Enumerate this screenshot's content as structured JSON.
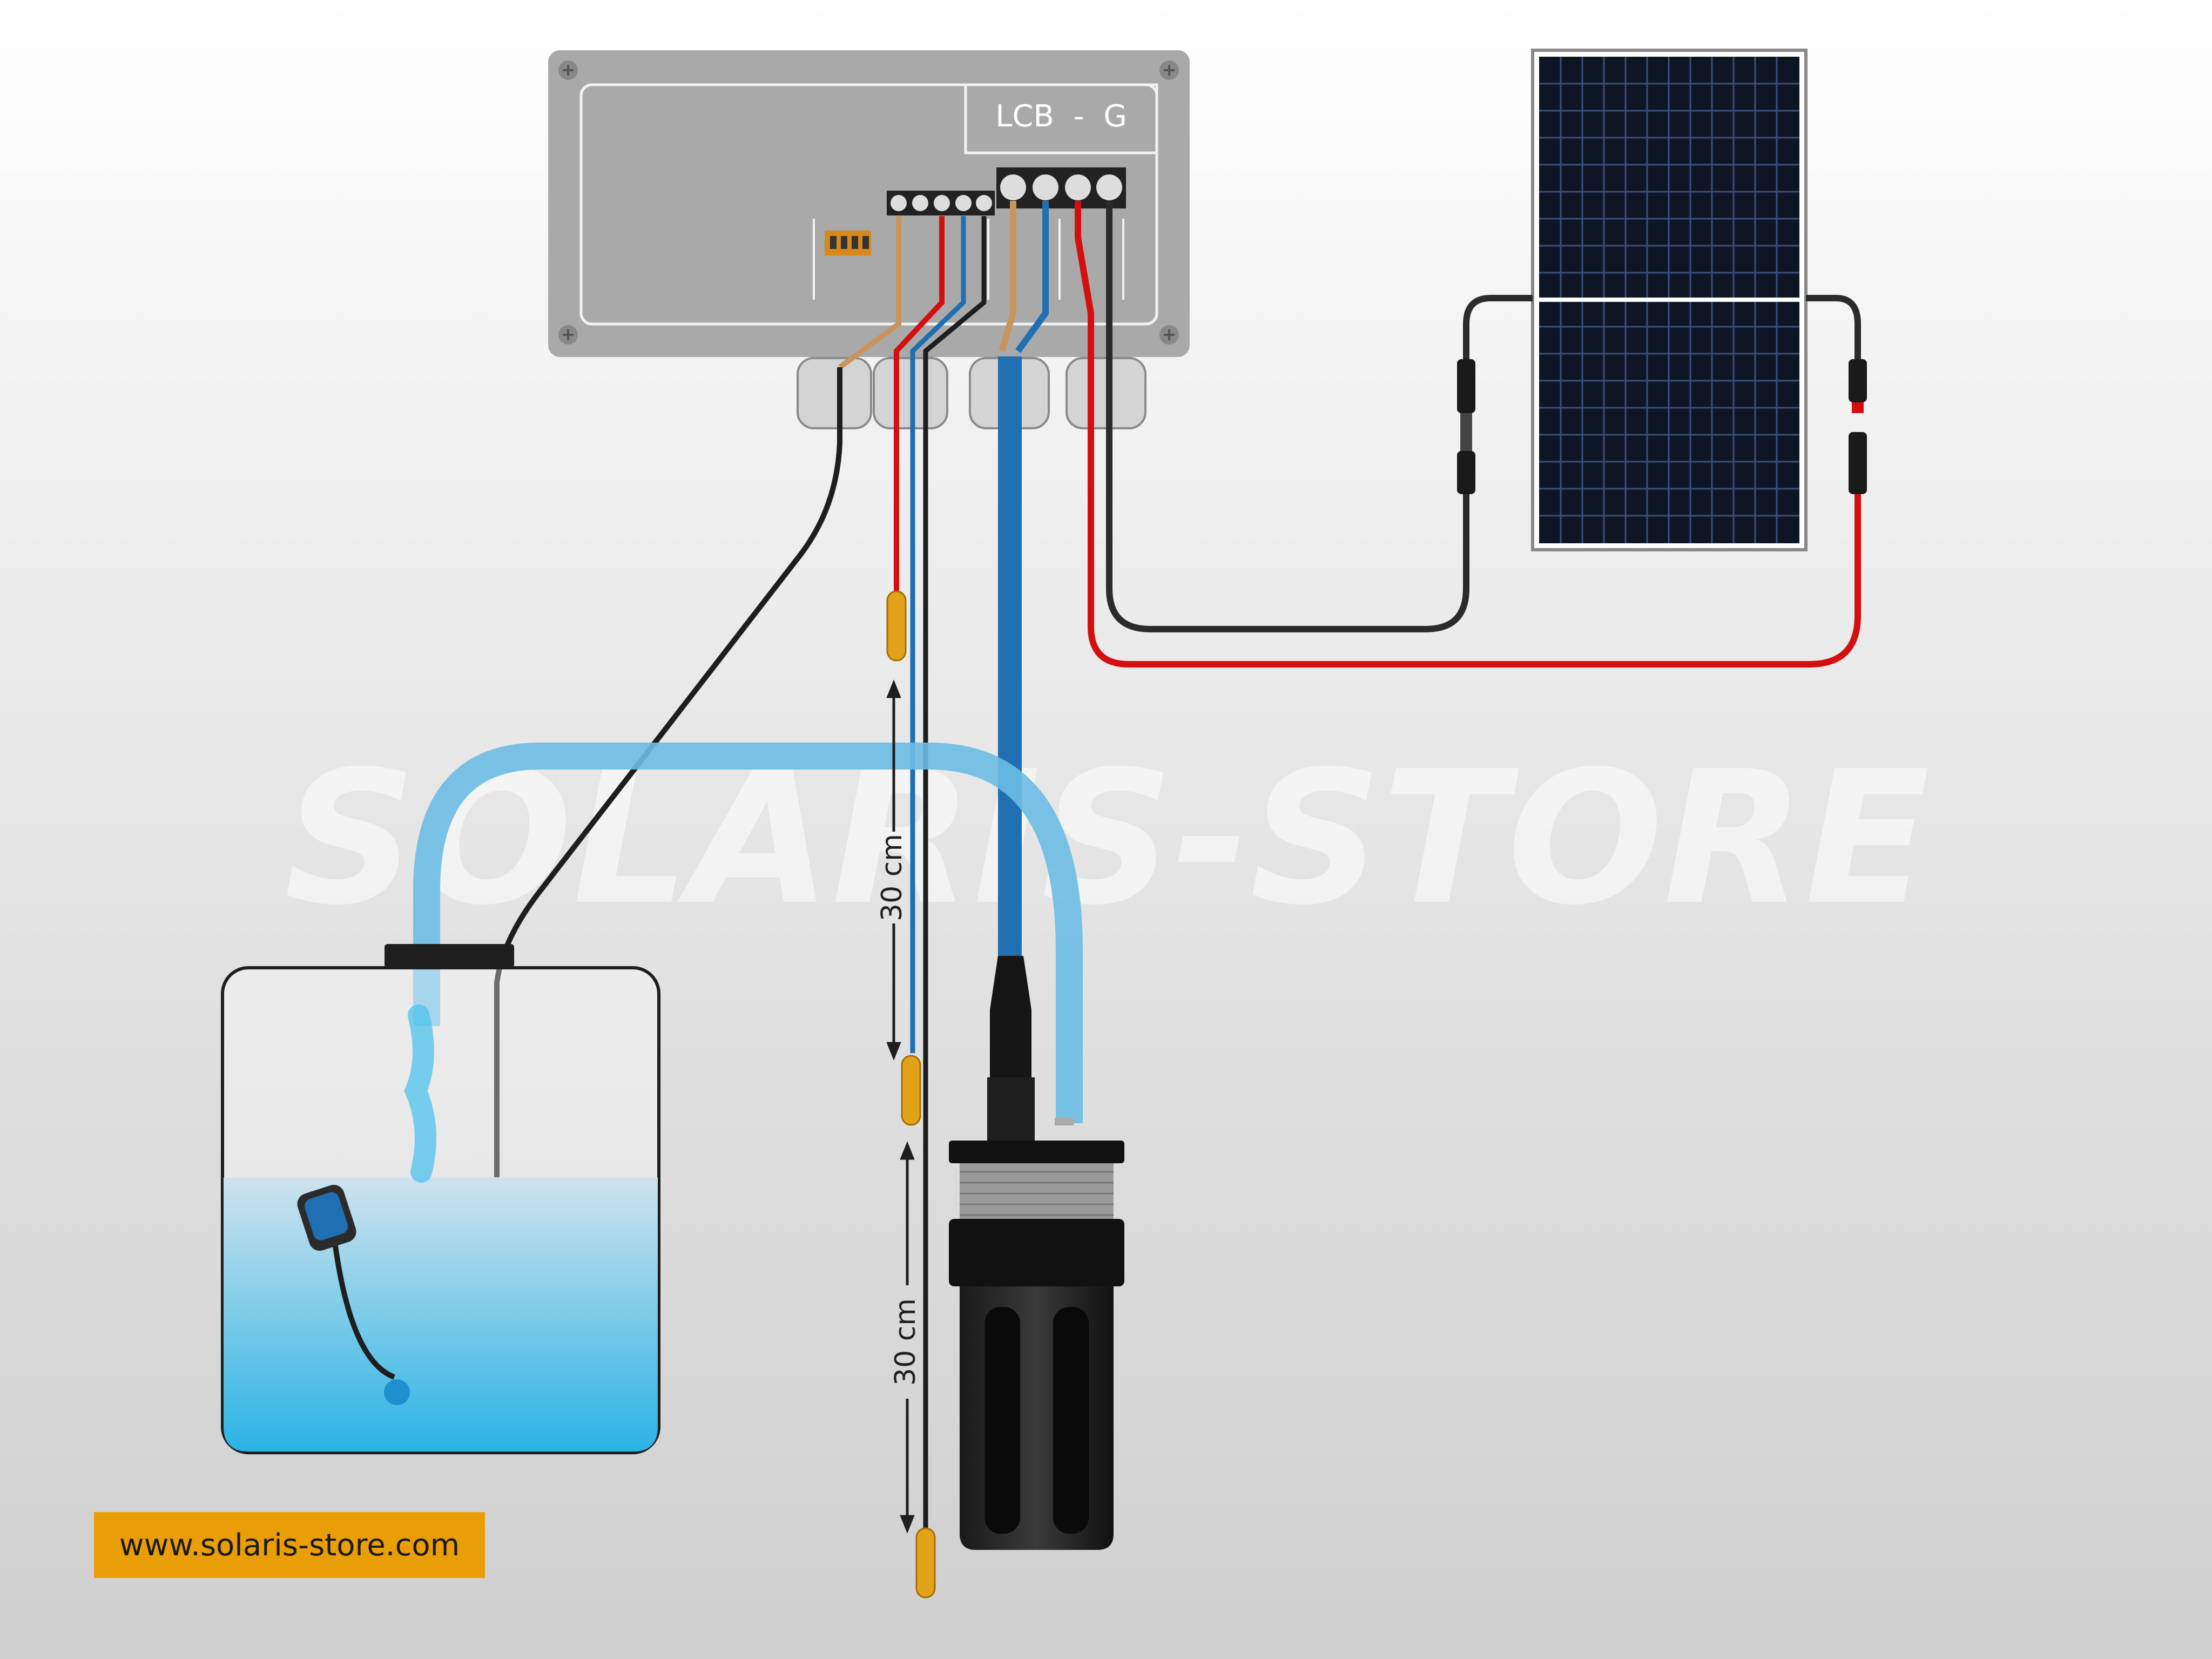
{
  "controller": {
    "model_label": "LCB  -  G"
  },
  "watermark": "SOLARIS-STORE",
  "dimensions": {
    "upper_gap": "30 cm",
    "lower_gap": "30 cm"
  },
  "website": "www.solaris-store.com",
  "colors": {
    "positive_wire": "#d30f0f",
    "negative_wire": "#2b2b2b",
    "pump_cable": "#1f6fb2",
    "water_pipe": "#6cbde3",
    "float_sensor": "#e2a21a",
    "badge": "#e99d06"
  }
}
